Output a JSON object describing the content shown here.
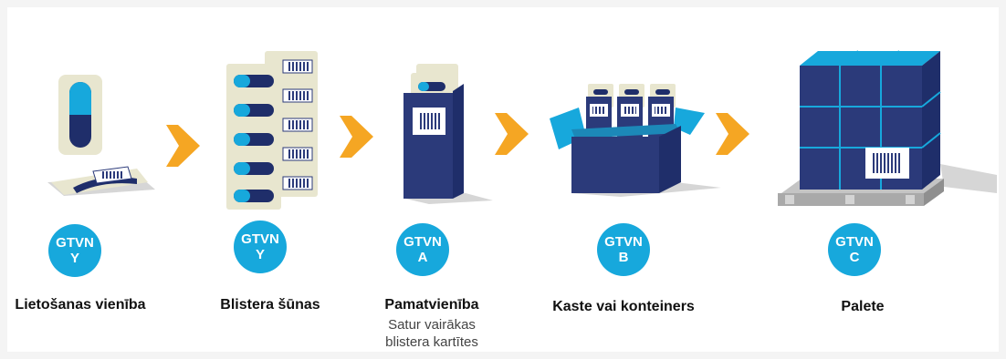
{
  "stages": [
    {
      "id": "use-unit",
      "code_line1": "GTVN",
      "code_line2": "Y",
      "label": "Lietošanas vienība"
    },
    {
      "id": "blister",
      "code_line1": "GTVN",
      "code_line2": "Y",
      "label": "Blistera šūnas"
    },
    {
      "id": "base-unit",
      "code_line1": "GTVN",
      "code_line2": "A",
      "label": "Pamatvienība",
      "sublabel_line1": "Satur vairākas",
      "sublabel_line2": "blistera kartītes"
    },
    {
      "id": "box",
      "code_line1": "GTVN",
      "code_line2": "B",
      "label": "Kaste vai konteiners"
    },
    {
      "id": "pallet",
      "code_line1": "GTVN",
      "code_line2": "C",
      "label": "Palete"
    }
  ],
  "colors": {
    "badge": "#17a8dc",
    "arrow": "#f5a623",
    "navy": "#2b3a7a",
    "cyan": "#17a8dc",
    "pallet_gray": "#b8b8b8",
    "shadow": "#cfcfcf",
    "blister_card": "#e8e6cf"
  },
  "icons": [
    "capsule-icon",
    "blister-pack-icon",
    "carton-icon",
    "open-box-icon",
    "pallet-icon",
    "arrow-right-icon"
  ]
}
